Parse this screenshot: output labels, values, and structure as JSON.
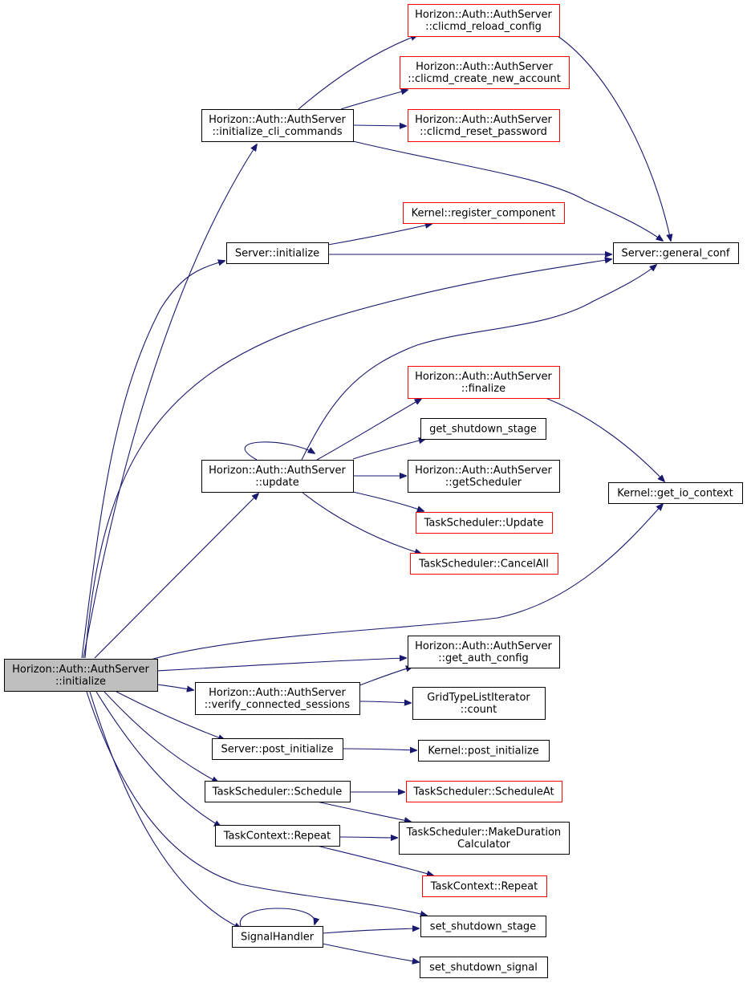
{
  "colors": {
    "edge": "#191970",
    "border_normal": "#000000",
    "border_truncated": "#ff0000",
    "fill_root": "#bfbfbf",
    "fill_normal": "#ffffff"
  },
  "nodes": {
    "root": {
      "lines": [
        "Horizon::Auth::AuthServer",
        "::initialize"
      ],
      "style": "root"
    },
    "init_cli": {
      "lines": [
        "Horizon::Auth::AuthServer",
        "::initialize_cli_commands"
      ],
      "style": "normal"
    },
    "reload_config": {
      "lines": [
        "Horizon::Auth::AuthServer",
        "::clicmd_reload_config"
      ],
      "style": "truncated"
    },
    "create_account": {
      "lines": [
        "Horizon::Auth::AuthServer",
        "::clicmd_create_new_account"
      ],
      "style": "truncated"
    },
    "reset_password": {
      "lines": [
        "Horizon::Auth::AuthServer",
        "::clicmd_reset_password"
      ],
      "style": "truncated"
    },
    "register_component": {
      "lines": [
        "Kernel::register_component"
      ],
      "style": "truncated"
    },
    "server_initialize": {
      "lines": [
        "Server::initialize"
      ],
      "style": "normal"
    },
    "general_conf": {
      "lines": [
        "Server::general_conf"
      ],
      "style": "normal"
    },
    "finalize": {
      "lines": [
        "Horizon::Auth::AuthServer",
        "::finalize"
      ],
      "style": "truncated"
    },
    "get_shutdown_stage": {
      "lines": [
        "get_shutdown_stage"
      ],
      "style": "normal"
    },
    "update": {
      "lines": [
        "Horizon::Auth::AuthServer",
        "::update"
      ],
      "style": "normal"
    },
    "get_scheduler": {
      "lines": [
        "Horizon::Auth::AuthServer",
        "::getScheduler"
      ],
      "style": "normal"
    },
    "get_io_context": {
      "lines": [
        "Kernel::get_io_context"
      ],
      "style": "normal"
    },
    "ts_update": {
      "lines": [
        "TaskScheduler::Update"
      ],
      "style": "truncated"
    },
    "ts_cancel_all": {
      "lines": [
        "TaskScheduler::CancelAll"
      ],
      "style": "truncated"
    },
    "get_auth_config": {
      "lines": [
        "Horizon::Auth::AuthServer",
        "::get_auth_config"
      ],
      "style": "normal"
    },
    "verify_sessions": {
      "lines": [
        "Horizon::Auth::AuthServer",
        "::verify_connected_sessions"
      ],
      "style": "normal"
    },
    "grid_count": {
      "lines": [
        "GridTypeListIterator",
        "::count"
      ],
      "style": "normal"
    },
    "server_post_init": {
      "lines": [
        "Server::post_initialize"
      ],
      "style": "normal"
    },
    "kernel_post_init": {
      "lines": [
        "Kernel::post_initialize"
      ],
      "style": "normal"
    },
    "ts_schedule": {
      "lines": [
        "TaskScheduler::Schedule"
      ],
      "style": "normal"
    },
    "ts_schedule_at": {
      "lines": [
        "TaskScheduler::ScheduleAt"
      ],
      "style": "truncated"
    },
    "ts_make_duration": {
      "lines": [
        "TaskScheduler::MakeDuration",
        "Calculator"
      ],
      "style": "normal"
    },
    "tc_repeat": {
      "lines": [
        "TaskContext::Repeat"
      ],
      "style": "normal"
    },
    "tc_repeat_trunc": {
      "lines": [
        "TaskContext::Repeat"
      ],
      "style": "truncated"
    },
    "signal_handler": {
      "lines": [
        "SignalHandler"
      ],
      "style": "normal"
    },
    "set_shutdown_stage": {
      "lines": [
        "set_shutdown_stage"
      ],
      "style": "normal"
    },
    "set_shutdown_signal": {
      "lines": [
        "set_shutdown_signal"
      ],
      "style": "normal"
    }
  },
  "edges": [
    [
      "root",
      "init_cli"
    ],
    [
      "root",
      "server_initialize"
    ],
    [
      "root",
      "general_conf"
    ],
    [
      "root",
      "update"
    ],
    [
      "root",
      "get_io_context"
    ],
    [
      "root",
      "get_auth_config"
    ],
    [
      "root",
      "verify_sessions"
    ],
    [
      "root",
      "server_post_init"
    ],
    [
      "root",
      "ts_schedule"
    ],
    [
      "root",
      "tc_repeat"
    ],
    [
      "root",
      "signal_handler"
    ],
    [
      "root",
      "set_shutdown_stage"
    ],
    [
      "init_cli",
      "reload_config"
    ],
    [
      "init_cli",
      "create_account"
    ],
    [
      "init_cli",
      "reset_password"
    ],
    [
      "init_cli",
      "general_conf"
    ],
    [
      "reload_config",
      "general_conf"
    ],
    [
      "server_initialize",
      "register_component"
    ],
    [
      "server_initialize",
      "general_conf"
    ],
    [
      "update",
      "general_conf"
    ],
    [
      "update",
      "finalize"
    ],
    [
      "update",
      "get_shutdown_stage"
    ],
    [
      "update",
      "update"
    ],
    [
      "update",
      "get_scheduler"
    ],
    [
      "update",
      "ts_update"
    ],
    [
      "update",
      "ts_cancel_all"
    ],
    [
      "finalize",
      "get_io_context"
    ],
    [
      "verify_sessions",
      "get_auth_config"
    ],
    [
      "verify_sessions",
      "grid_count"
    ],
    [
      "server_post_init",
      "kernel_post_init"
    ],
    [
      "ts_schedule",
      "ts_schedule_at"
    ],
    [
      "ts_schedule",
      "ts_make_duration"
    ],
    [
      "tc_repeat",
      "ts_make_duration"
    ],
    [
      "tc_repeat",
      "tc_repeat_trunc"
    ],
    [
      "signal_handler",
      "signal_handler"
    ],
    [
      "signal_handler",
      "set_shutdown_stage"
    ],
    [
      "signal_handler",
      "set_shutdown_signal"
    ]
  ]
}
